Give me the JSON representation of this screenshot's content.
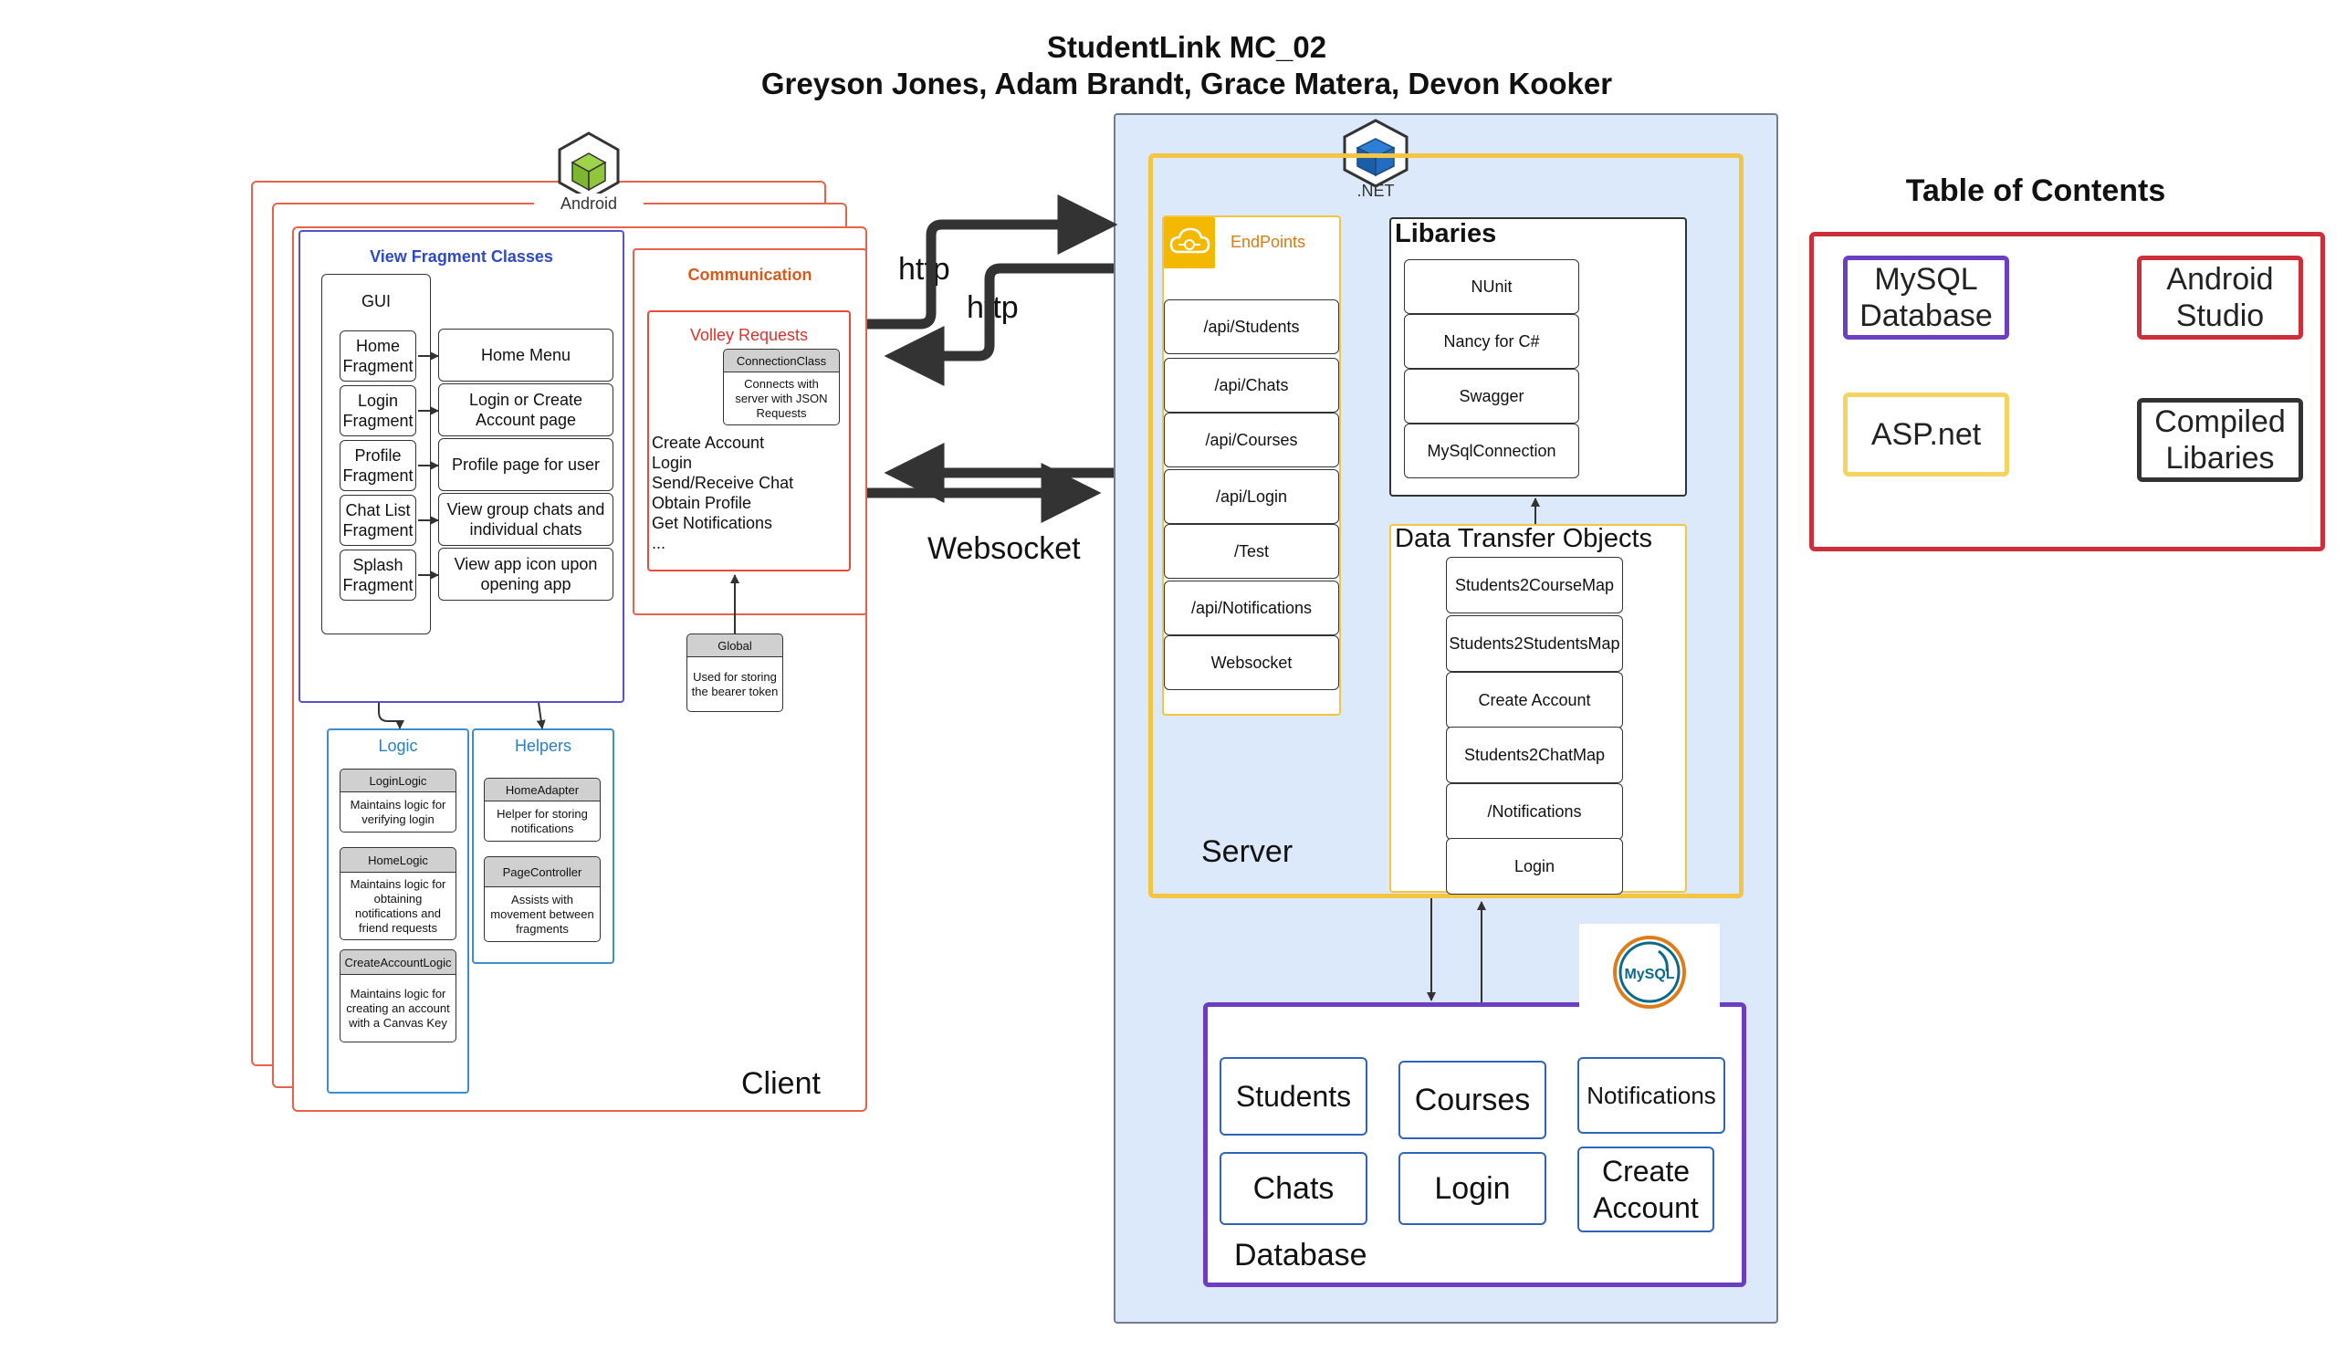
{
  "header": {
    "title": "StudentLink MC_02",
    "authors": "Greyson Jones, Adam Brandt, Grace Matera, Devon Kooker"
  },
  "client": {
    "platform_label": "Android",
    "label": "Client",
    "view_fragment_title": "View Fragment Classes",
    "gui_label": "GUI",
    "fragments": [
      "Home Fragment",
      "Login Fragment",
      "Profile Fragment",
      "Chat List Fragment",
      "Splash Fragment"
    ],
    "pages": [
      "Home Menu",
      "Login or Create Account page",
      "Profile page for user",
      "View group chats and individual chats",
      "View app icon upon opening app"
    ],
    "communication_title": "Communication",
    "volley_title": "Volley Requests",
    "connection_class": {
      "name": "ConnectionClass",
      "desc": "Connects with server with JSON Requests"
    },
    "requests": [
      "Create Account",
      "Login",
      "Send/Receive Chat",
      "Obtain Profile",
      "Get Notifications",
      "..."
    ],
    "global_class": {
      "name": "Global",
      "desc": "Used for storing the bearer token"
    },
    "logic_title": "Logic",
    "logic_classes": [
      {
        "name": "LoginLogic",
        "desc": "Maintains logic for verifying login"
      },
      {
        "name": "HomeLogic",
        "desc": "Maintains logic for obtaining notifications and friend requests"
      },
      {
        "name": "CreateAccountLogic",
        "desc": "Maintains logic for creating an account with a Canvas Key"
      }
    ],
    "helpers_title": "Helpers",
    "helper_classes": [
      {
        "name": "HomeAdapter",
        "desc": "Helper for storing notifications"
      },
      {
        "name": "PageController",
        "desc": "Assists with movement between fragments"
      }
    ]
  },
  "connections": {
    "http_1": "http",
    "http_2": "http",
    "websocket": "Websocket"
  },
  "server": {
    "platform_label": ".NET",
    "label": "Server",
    "endpoints_title": "EndPoints",
    "endpoints": [
      "/api/Students",
      "/api/Chats",
      "/api/Courses",
      "/api/Login",
      "/Test",
      "/api/Notifications",
      "Websocket"
    ],
    "libraries_title": "Libaries",
    "libraries": [
      "NUnit",
      "Nancy for C#",
      "Swagger",
      "MySqlConnection"
    ],
    "dto_title": "Data Transfer Objects",
    "dtos": [
      "Students2CourseMap",
      "Students2StudentsMap",
      "Create Account",
      "Students2ChatMap",
      "/Notifications",
      "Login"
    ]
  },
  "database": {
    "label": "Database",
    "logo_text": "MySQL",
    "tables": [
      "Students",
      "Courses",
      "Notifications",
      "Chats",
      "Login",
      "Create Account"
    ]
  },
  "toc": {
    "title": "Table of Contents",
    "items": [
      {
        "label": "MySQL Database",
        "color": "#6a3fc2"
      },
      {
        "label": "Android Studio",
        "color": "#cc2f3a"
      },
      {
        "label": "ASP.net",
        "color": "#f4d35e"
      },
      {
        "label": "Compiled Libaries",
        "color": "#333333"
      }
    ]
  },
  "colors": {
    "client_border": "#e8614a",
    "view_fragment_border": "#5b50cc",
    "server_bg": "#dbe9fb",
    "server_border": "#f4c542",
    "database_border": "#6a3fc2",
    "toc_border": "#cc2f3a"
  }
}
